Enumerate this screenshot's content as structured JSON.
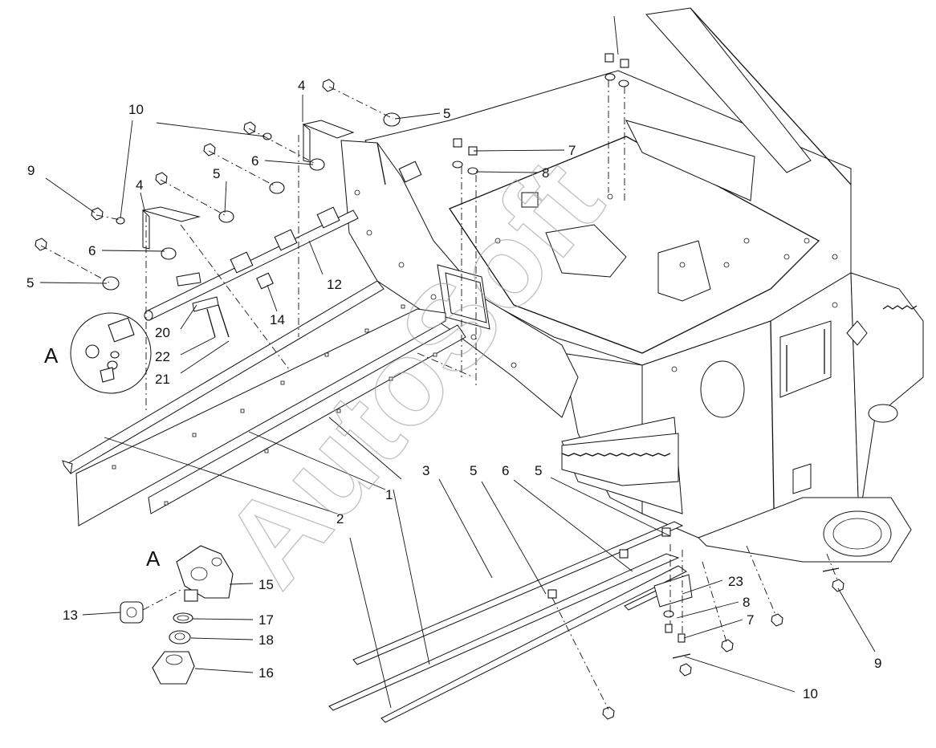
{
  "watermark": "AutoSoft",
  "detail": {
    "letter": "A"
  },
  "callouts": {
    "c1": "1",
    "c2": "2",
    "c3": "3",
    "c4a": "4",
    "c4b": "4",
    "c5a": "5",
    "c5b": "5",
    "c5c": "5",
    "c5d": "5",
    "c5e": "5",
    "c6a": "6",
    "c6b": "6",
    "c6c": "6",
    "c7a": "7",
    "c7b": "7",
    "c8a": "8",
    "c8b": "8",
    "c9a": "9",
    "c9b": "9",
    "c10a": "10",
    "c10b": "10",
    "c12": "12",
    "c13": "13",
    "c14": "14",
    "c15": "15",
    "c16": "16",
    "c17": "17",
    "c18": "18",
    "c20": "20",
    "c21": "21",
    "c22": "22",
    "c23": "23"
  }
}
